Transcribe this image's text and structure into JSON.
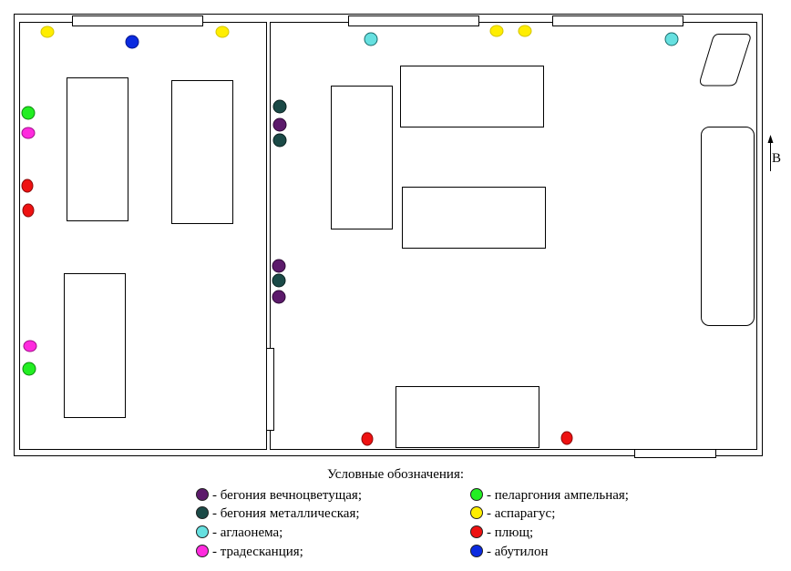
{
  "legend": {
    "title": "Условные обозначения:",
    "items": [
      {
        "label": "- бегония вечноцветущая;",
        "color": "#5c1a6b",
        "icon": "plant-dot-icon"
      },
      {
        "label": "- бегония металлическая;",
        "color": "#1b4a47",
        "icon": "plant-dot-icon"
      },
      {
        "label": "- аглаонема;",
        "color": "#66e0e0",
        "icon": "plant-dot-icon"
      },
      {
        "label": "- традесканция;",
        "color": "#ff2bde",
        "icon": "plant-dot-icon"
      },
      {
        "label": "- пеларгония ампельная;",
        "color": "#22ee22",
        "icon": "plant-dot-icon"
      },
      {
        "label": "- аспарагус;",
        "color": "#ffee00",
        "icon": "plant-dot-icon"
      },
      {
        "label": "- плющ;",
        "color": "#ee1111",
        "icon": "plant-dot-icon"
      },
      {
        "label": "- абутилон",
        "color": "#0b2be0",
        "icon": "plant-dot-icon"
      }
    ]
  },
  "direction": {
    "label": "В",
    "icon": "arrow-up-icon"
  }
}
